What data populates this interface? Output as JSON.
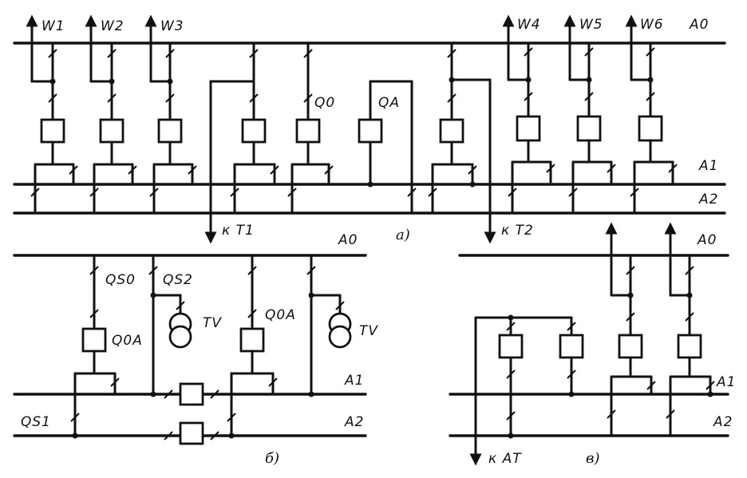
{
  "labels": {
    "a": {
      "feeders": [
        "W1",
        "W2",
        "W3",
        "W4",
        "W5",
        "W6"
      ],
      "bus_ao": "A0",
      "bus_a1": "A1",
      "bus_a2": "A2",
      "q0": "Q0",
      "qa": "QA",
      "kt1": "к Т1",
      "kt2": "к Т2",
      "caption": "а)"
    },
    "b": {
      "bus_ao": "A0",
      "bus_a1": "A1",
      "bus_a2": "A2",
      "qs0": "QS0",
      "qs2": "QS2",
      "q0a_left": "Q0A",
      "q0a_right": "Q0A",
      "tv_left": "TV",
      "tv_right": "TV",
      "qs1": "QS1",
      "caption": "б)"
    },
    "c": {
      "bus_ao": "A0",
      "bus_a1": "A1",
      "bus_a2": "A2",
      "kat": "к АТ",
      "caption": "в)"
    }
  }
}
